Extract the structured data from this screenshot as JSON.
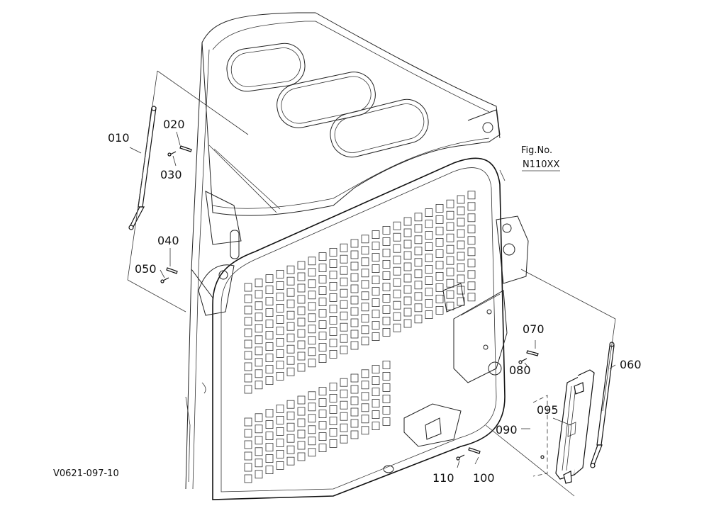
{
  "figure": {
    "fig_label": "Fig.No.",
    "fig_number": "N110XX",
    "drawing_code": "V0621-097-10"
  },
  "callouts": {
    "c010": "010",
    "c020": "020",
    "c030": "030",
    "c040": "040",
    "c050": "050",
    "c060": "060",
    "c070": "070",
    "c080": "080",
    "c090": "090",
    "c095": "095",
    "c100": "100",
    "c110": "110"
  }
}
